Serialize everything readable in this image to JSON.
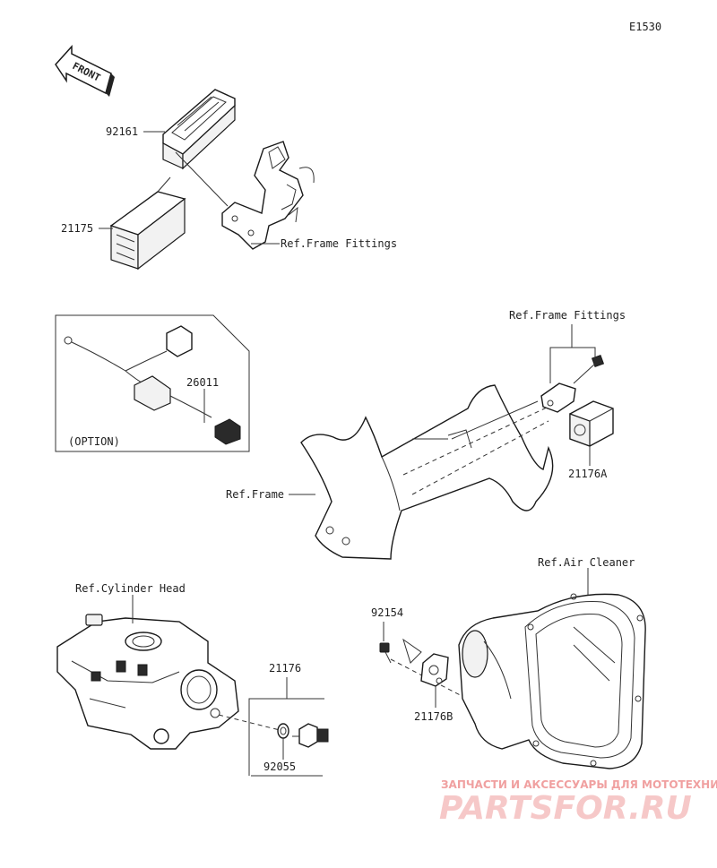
{
  "diagram_code": "E1530",
  "front_arrow_text": "FRONT",
  "labels": {
    "ecu_cover": "92161",
    "ecu": "21175",
    "frame_fittings_upper": "Ref.Frame Fittings",
    "harness": "26011",
    "option": "(OPTION)",
    "frame_fittings_right": "Ref.Frame Fittings",
    "sensor_a": "21176A",
    "frame": "Ref.Frame",
    "air_cleaner": "Ref.Air Cleaner",
    "cylinder_head": "Ref.Cylinder Head",
    "bolt": "92154",
    "temp_sensor": "21176",
    "sensor_b": "21176B",
    "oring": "92055"
  },
  "watermark": {
    "tagline": "ЗАПЧАСТИ И АКСЕССУАРЫ ДЛЯ МОТОТЕХНИКИ",
    "brand": "PARTSFOR.RU"
  }
}
